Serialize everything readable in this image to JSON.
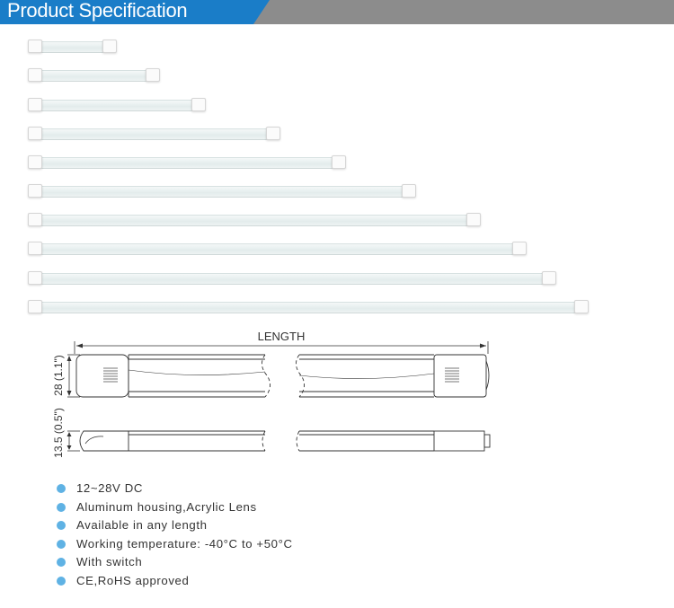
{
  "header": {
    "title": "Product Specification"
  },
  "bar_lengths_relative": [
    0.159,
    0.236,
    0.317,
    0.45,
    0.568,
    0.692,
    0.808,
    0.89,
    0.942,
    1.0
  ],
  "drawing": {
    "length_label": "LENGTH",
    "height_label": "28 (1.1\")",
    "thickness_label": "13.5 (0.5\")"
  },
  "features": [
    "12~28V DC",
    "Aluminum housing,Acrylic Lens",
    "Available in any length",
    "Working temperature: -40°C to +50°C",
    "With switch",
    "CE,RoHS approved"
  ],
  "colors": {
    "header_blue": "#1a7dc8",
    "header_gray": "#8c8c8c",
    "bullet": "#5fb2e4"
  }
}
